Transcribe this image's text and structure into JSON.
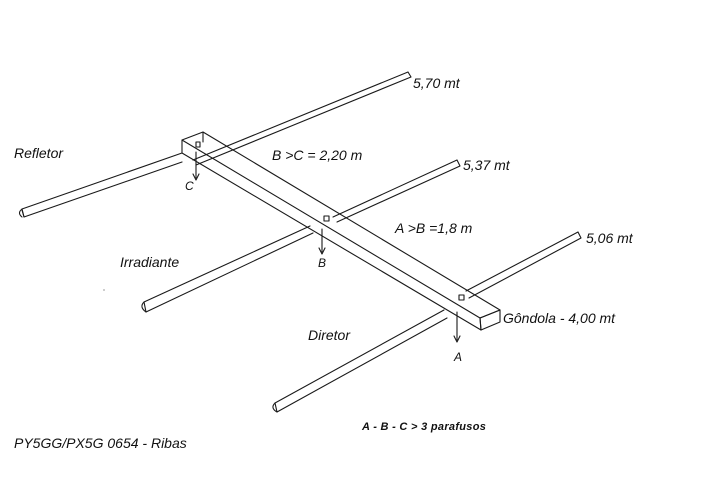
{
  "labels": {
    "refletor": "Refletor",
    "irradiante": "Irradiante",
    "diretor": "Diretor",
    "len_refletor": "5,70 mt",
    "len_irradiante": "5,37 mt",
    "len_diretor": "5,06 mt",
    "gondola": "Gôndola - 4,00 mt",
    "dist_bc": "B >C = 2,20 m",
    "dist_ab": "A >B =1,8 m",
    "pt_a": "A",
    "pt_b": "B",
    "pt_c": "C",
    "parafusos": "A - B - C > 3 parafusos",
    "callsign": "PY5GG/PX5G 0654 - Ribas"
  }
}
